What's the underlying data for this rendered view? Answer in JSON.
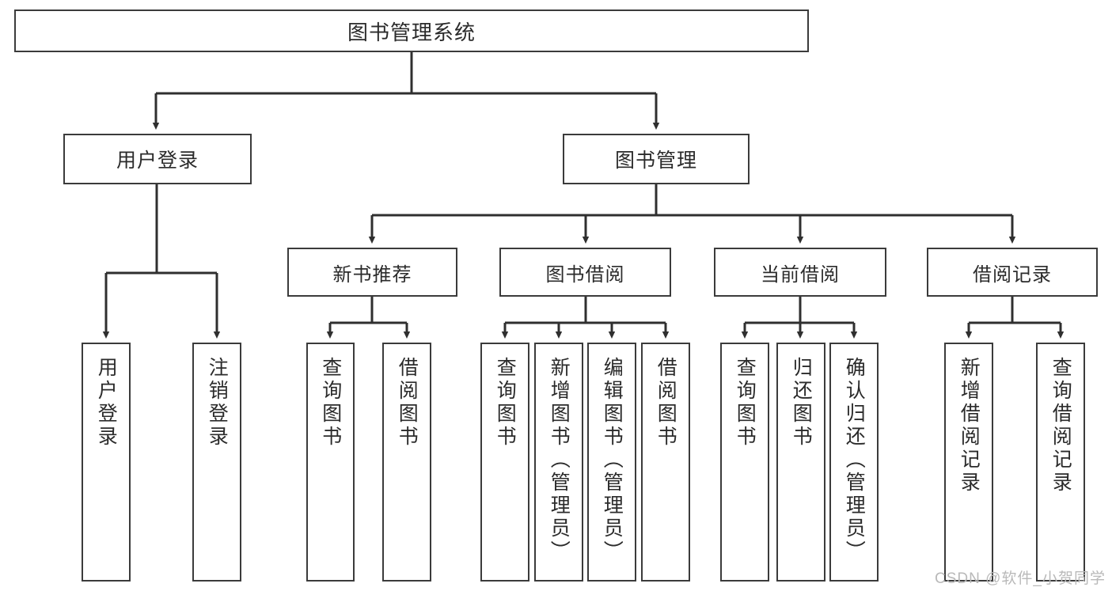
{
  "diagram": {
    "title": "图书管理系统",
    "type": "tree-hierarchy",
    "watermark": "CSDN @软件_小贺同学",
    "colors": {
      "box_border": "#3b3b3b",
      "box_fill": "#ffffff",
      "edge": "#2f2f2f",
      "text": "#2b2b2b",
      "watermark": "#b9b9b9"
    },
    "root": {
      "label": "图书管理系统"
    },
    "level2": [
      {
        "label": "用户登录"
      },
      {
        "label": "图书管理"
      }
    ],
    "level3": [
      {
        "label": "新书推荐"
      },
      {
        "label": "图书借阅"
      },
      {
        "label": "当前借阅"
      },
      {
        "label": "借阅记录"
      }
    ],
    "leaves": {
      "user_login": [
        {
          "label": "用户登录"
        },
        {
          "label": "注销登录"
        }
      ],
      "new_book_recommend": [
        {
          "label": "查询图书"
        },
        {
          "label": "借阅图书"
        }
      ],
      "book_borrow": [
        {
          "label": "查询图书"
        },
        {
          "label": "新增图书（管理员）"
        },
        {
          "label": "编辑图书（管理员）"
        },
        {
          "label": "借阅图书"
        }
      ],
      "current_borrow": [
        {
          "label": "查询图书"
        },
        {
          "label": "归还图书"
        },
        {
          "label": "确认归还（管理员）"
        }
      ],
      "borrow_records": [
        {
          "label": "新增借阅记录"
        },
        {
          "label": "查询借阅记录"
        }
      ]
    }
  }
}
